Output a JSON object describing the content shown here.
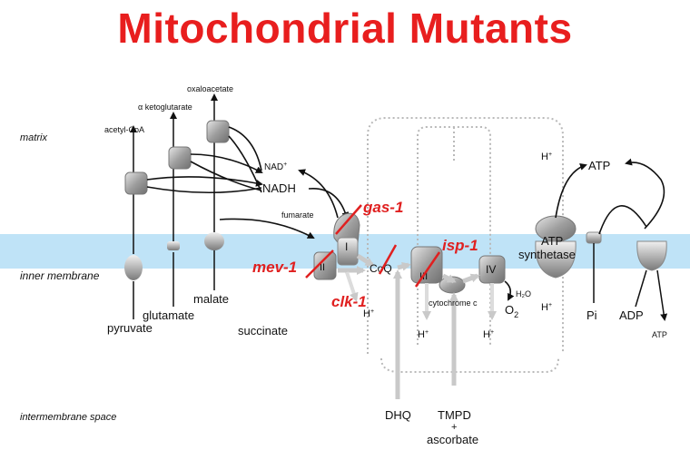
{
  "title": "Mitochondrial Mutants",
  "regions": {
    "matrix": "matrix",
    "inner_membrane": "inner membrane",
    "intermembrane_space": "intermembrane space"
  },
  "metabolites": {
    "oxaloacetate": "oxaloacetate",
    "alpha_ketoglutarate": "α ketoglutarate",
    "acetyl_coa": "acetyl-CoA",
    "nad": "NAD",
    "nad_sup": "+",
    "nadh": "NADH",
    "fumarate": "fumarate",
    "pyruvate": "pyruvate",
    "glutamate": "glutamate",
    "malate": "malate",
    "succinate": "succinate"
  },
  "complexes": {
    "c1": "I",
    "c2": "II",
    "coq": "CoQ",
    "c3": "III",
    "c4": "IV",
    "cytochrome_c": "cytochrome c",
    "atp_synthetase_1": "ATP",
    "atp_synthetase_2": "synthetase"
  },
  "protons": {
    "h": "H",
    "sup": "+"
  },
  "products": {
    "atp_top": "ATP",
    "atp_bottom": "ATP",
    "pi": "Pi",
    "adp": "ADP",
    "o2": "O",
    "o2_sub": "2",
    "h2o": "H₂O"
  },
  "inputs": {
    "dhq": "DHQ",
    "tmpd": "TMPD",
    "plus": "+",
    "ascorbate": "ascorbate"
  },
  "mutants": {
    "gas1": "gas-1",
    "mev1": "mev-1",
    "clk1": "clk-1",
    "isp1": "isp-1"
  },
  "colors": {
    "title": "#e81e1e",
    "mutant": "#e02020",
    "membrane": "#bfe3f7",
    "protein": "#a9a9a9"
  }
}
